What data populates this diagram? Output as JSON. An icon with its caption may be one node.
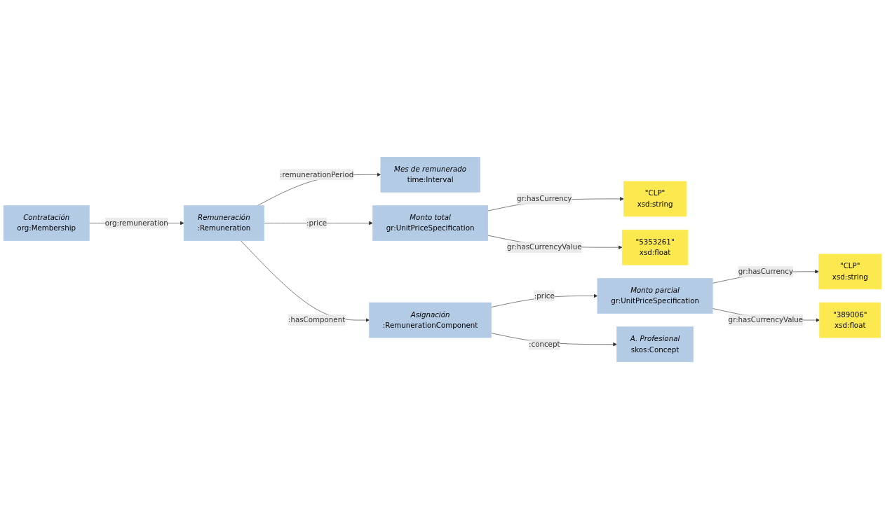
{
  "diagram": {
    "nodes": [
      {
        "text": [
          "Contratación",
          "org:Membership"
        ]
      },
      {
        "text": [
          "Mes de remunerado",
          "time:Interval"
        ]
      },
      {
        "text": [
          "Remuneración",
          ":Remuneration"
        ]
      },
      {
        "text": [
          "Monto total",
          "gr:UnitPriceSpecification"
        ]
      },
      {
        "text": [
          "\"CLP\"",
          "xsd:string"
        ]
      },
      {
        "text": [
          "\"5353261\"",
          "xsd:float"
        ]
      },
      {
        "text": [
          "Asignación",
          ":RemunerationComponent"
        ]
      },
      {
        "text": [
          "Monto parcial",
          "gr:UnitPriceSpecification"
        ]
      },
      {
        "text": [
          "\"CLP\"",
          "xsd:string"
        ]
      },
      {
        "text": [
          "\"389006\"",
          "xsd:float"
        ]
      },
      {
        "text": [
          "A. Profesional",
          "skos:Concept"
        ]
      }
    ],
    "edges": [
      {
        "from": 0,
        "to": 2,
        "arrow": "to",
        "label": "org:remuneration"
      },
      {
        "from": 2,
        "to": 1,
        "arrow": "to",
        "label": ":remunerationPeriod"
      },
      {
        "from": 2,
        "to": 3,
        "arrow": "to",
        "label": ":price"
      },
      {
        "from": 3,
        "to": 4,
        "arrow": "to",
        "label": "gr:hasCurrency"
      },
      {
        "from": 3,
        "to": 5,
        "arrow": "to",
        "label": "gr:hasCurrencyValue"
      },
      {
        "from": 2,
        "to": 6,
        "arrow": "to",
        "label": ":hasComponent"
      },
      {
        "from": 6,
        "to": 7,
        "arrow": "to",
        "label": ":price"
      },
      {
        "from": 7,
        "to": 8,
        "arrow": "to",
        "label": "gr:hasCurrency"
      },
      {
        "from": 7,
        "to": 9,
        "arrow": "to",
        "label": "gr:hasCurrencyValue"
      },
      {
        "from": 6,
        "to": 10,
        "arrow": "to",
        "label": ":concept"
      }
    ]
  }
}
